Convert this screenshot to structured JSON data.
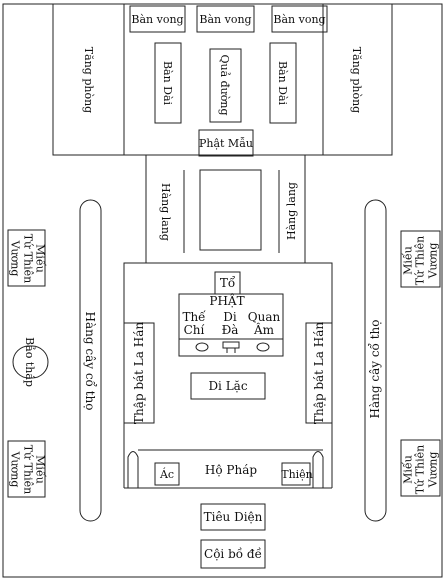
{
  "labels": {
    "ban_vong_left": "Bàn vong",
    "ban_vong_mid": "Bàn vong",
    "ban_vong_right": "Bàn vong",
    "tang_phong_left": "Tăng phòng",
    "tang_phong_right": "Tăng phòng",
    "ban_dai_left": "Bàn Dài",
    "qua_duong": "Quả đường",
    "ban_dai_right": "Bàn Dài",
    "phat_mau": "Phật Mẫu",
    "hang_lang_left": "Hàng lang",
    "hang_lang_right": "Hàng lang",
    "mieu_tu_thien_vuong": "Miếu",
    "mieu_tu_thien_vuong_sub": "Tứ Thiên",
    "mieu_vuong": "Vương",
    "hang_cay_co_tho": "Hàng cây  cổ thọ",
    "bao_thap": "Bảo tháp",
    "to": "Tổ",
    "phat": "PHẬT",
    "the_chi_1": "Thế",
    "the_chi_2": "Chí",
    "di_da_1": "Di",
    "di_da_2": "Đà",
    "quan_am_1": "Quan",
    "quan_am_2": "Âm",
    "thap_bat_la_han": "Thập bát La Hán",
    "di_lac": "Di Lặc",
    "ho_phap": "Hộ Pháp",
    "ac": "Ác",
    "thien": "Thiện",
    "tieu_dien": "Tiêu Diện",
    "coi_bo_de": "Cội bồ đề"
  }
}
